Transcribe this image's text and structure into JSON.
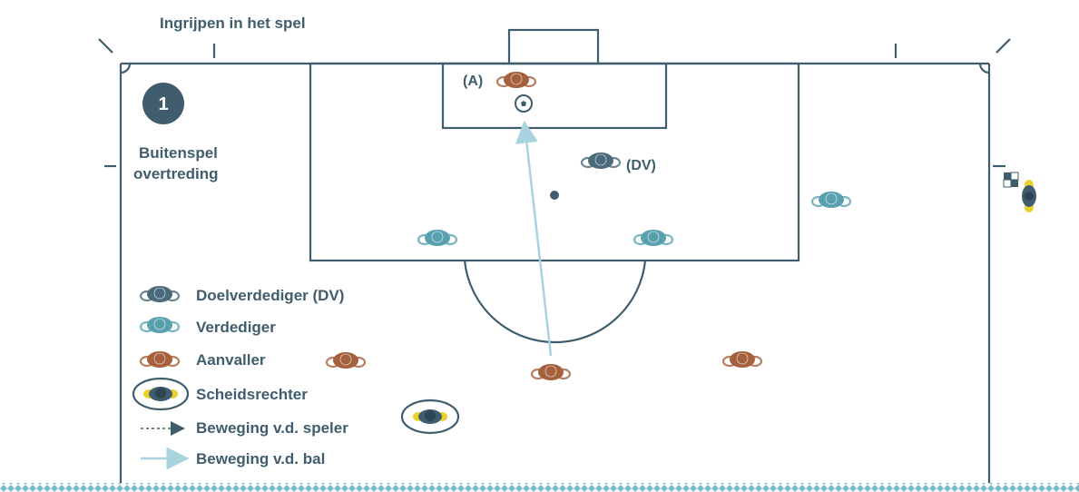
{
  "diagram": {
    "title": "Ingrijpen in het spel",
    "step_number": "1",
    "situation_line1": "Buitenspel",
    "situation_line2": "overtreding",
    "labels": {
      "attacker_a": "(A)",
      "goalkeeper_dv": "(DV)"
    },
    "legend": {
      "goalkeeper": "Doelverdediger (DV)",
      "defender": "Verdediger",
      "attacker": "Aanvaller",
      "referee": "Scheidsrechter",
      "player_movement": "Beweging v.d. speler",
      "ball_movement": "Beweging v.d. bal"
    },
    "colors": {
      "lines": "#3f5d6d",
      "goalkeeper": "#4b6a7b",
      "defender": "#5aa1b0",
      "attacker": "#a5603d",
      "referee_body": "#3f5d6d",
      "referee_accent": "#e8d12a",
      "ball_path": "#a9d3df",
      "grass_edge": "#7bbccc"
    },
    "icons": [
      "soccer-ball-icon",
      "corner-flag-icon"
    ]
  }
}
